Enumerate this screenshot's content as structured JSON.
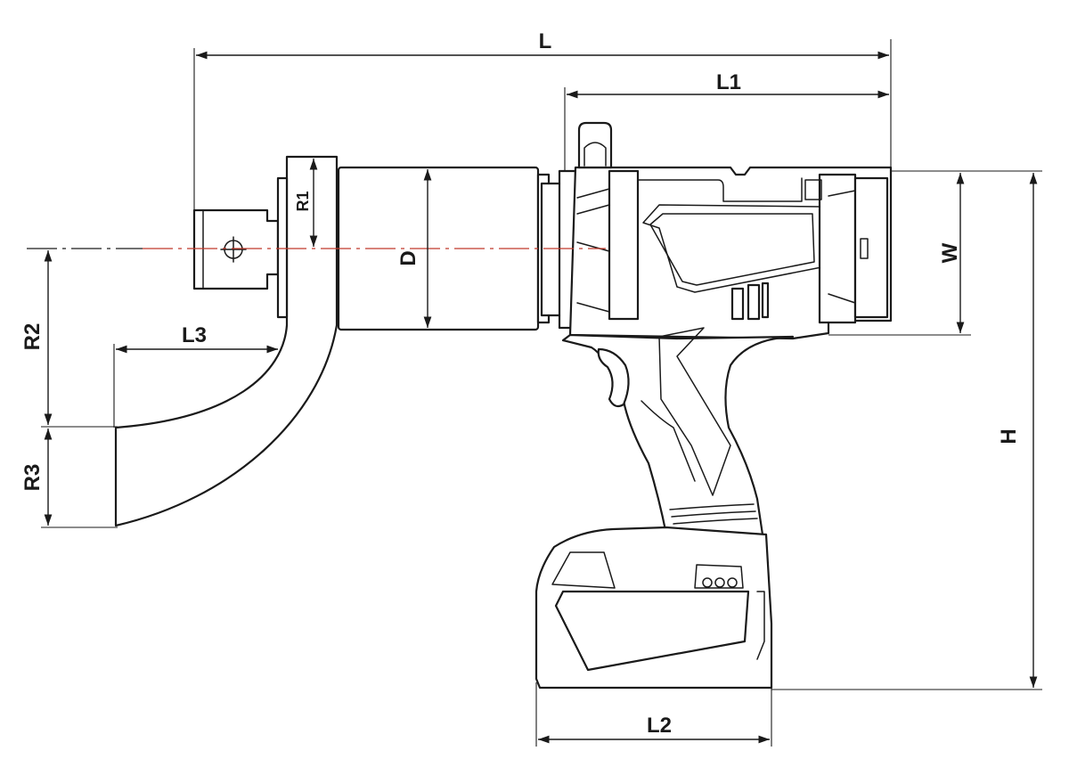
{
  "labels": {
    "L": "L",
    "L1": "L1",
    "L2": "L2",
    "L3": "L3",
    "R1": "R1",
    "R2": "R2",
    "R3": "R3",
    "D": "D",
    "W": "W",
    "H": "H"
  },
  "colors": {
    "line": "#1a1a1a",
    "centerline": "#c0392b",
    "background": "#ffffff"
  }
}
